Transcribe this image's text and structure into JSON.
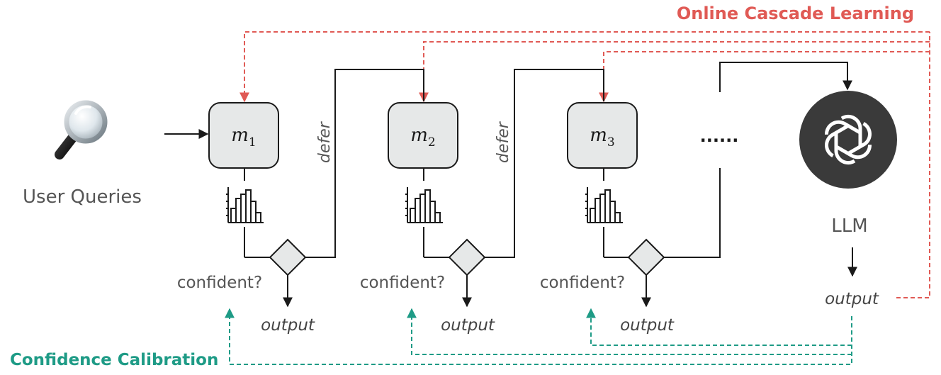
{
  "title": "Online Cascade Learning",
  "calibration_label": "Confidence Calibration",
  "input_label": "User Queries",
  "models": [
    {
      "name": "m",
      "sub": "1"
    },
    {
      "name": "m",
      "sub": "2"
    },
    {
      "name": "m",
      "sub": "3"
    }
  ],
  "defer_label": "defer",
  "confident_label": "confident?",
  "output_label": "output",
  "ellipsis": "......",
  "llm_label": "LLM",
  "colors": {
    "learning": "#e05a55",
    "calibration": "#1e9b86",
    "line": "#1a1a1a",
    "text": "#555555",
    "box_fill": "#e6e8e8",
    "diamond_fill": "#e6e8e8",
    "llm_circle": "#3a3a3a"
  },
  "icons": {
    "input": "magnifier-icon",
    "histogram": "histogram-icon",
    "llm": "openai-logo-icon"
  }
}
